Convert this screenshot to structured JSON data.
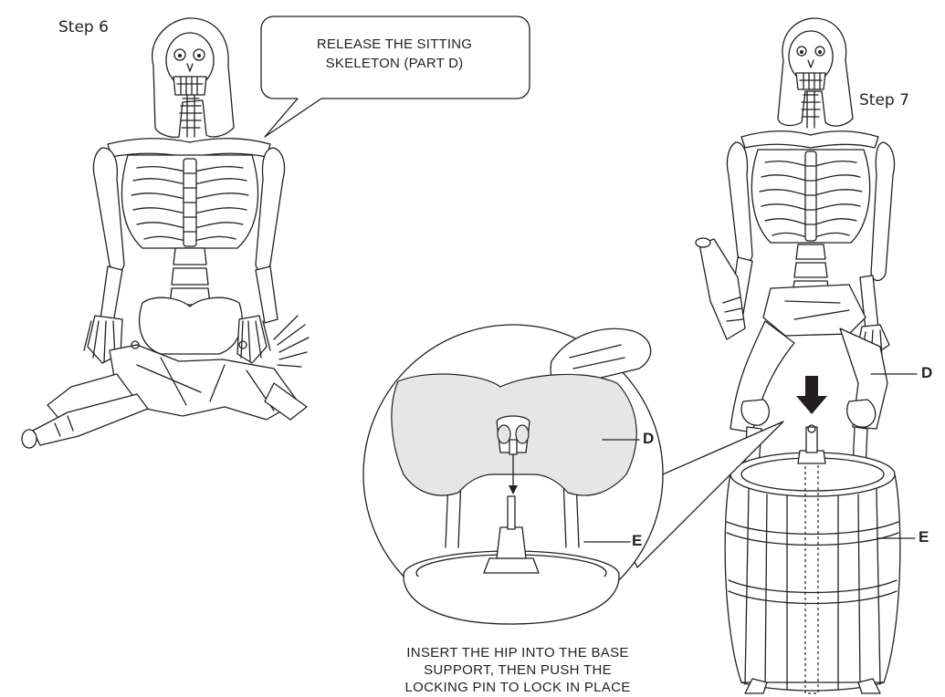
{
  "step6": {
    "label": "Step 6"
  },
  "step7": {
    "label": "Step 7"
  },
  "callout": {
    "line1": "RELEASE THE SITTING",
    "line2": "SKELETON (PART D)"
  },
  "instruction": {
    "line1": "INSERT THE HIP INTO THE BASE",
    "line2": "SUPPORT, THEN PUSH THE",
    "line3": "LOCKING PIN TO LOCK IN PLACE"
  },
  "parts": {
    "d_detail": "D",
    "e_detail": "E",
    "d_main": "D",
    "e_main": "E"
  }
}
